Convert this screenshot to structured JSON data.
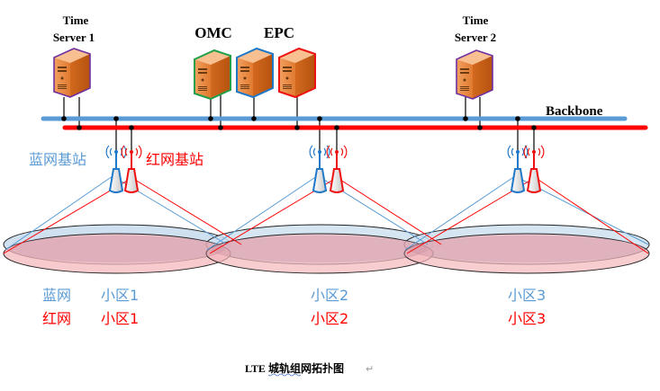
{
  "title": "LTE 城轨组网拓扑图",
  "caption": {
    "prefix": "LTE",
    "text": "城轨组网拓扑图",
    "mark": "↵"
  },
  "servers": [
    {
      "id": "time-server-1",
      "label_lines": [
        "Time",
        "Server 1"
      ],
      "border_color": "#7030a0"
    },
    {
      "id": "omc",
      "label_lines": [
        "OMC"
      ],
      "border_color": "#21a04a"
    },
    {
      "id": "epc-1",
      "label_lines": [
        "EPC"
      ],
      "border_color": "#1f78c8"
    },
    {
      "id": "epc-2",
      "label_lines": [
        ""
      ],
      "border_color": "#ee1111"
    },
    {
      "id": "time-server-2",
      "label_lines": [
        "Time",
        "Server 2"
      ],
      "border_color": "#7030a0"
    }
  ],
  "backbone": {
    "label": "Backbone",
    "blue_color": "#5b9bd5",
    "red_color": "#ff0000"
  },
  "base_station_labels": {
    "blue": "蓝网基站",
    "red": "红网基站"
  },
  "network_labels": {
    "blue": "蓝网",
    "red": "红网"
  },
  "cells": [
    {
      "blue": "小区1",
      "red": "小区1"
    },
    {
      "blue": "小区2",
      "red": "小区2"
    },
    {
      "blue": "小区3",
      "red": "小区3"
    }
  ],
  "colors": {
    "blue_text": "#5b9bd5",
    "red_text": "#ff0000",
    "blue_fill": "#cfe0f0",
    "red_fill": "#f4b8bc",
    "overlap_fill": "#d4b0bc"
  }
}
